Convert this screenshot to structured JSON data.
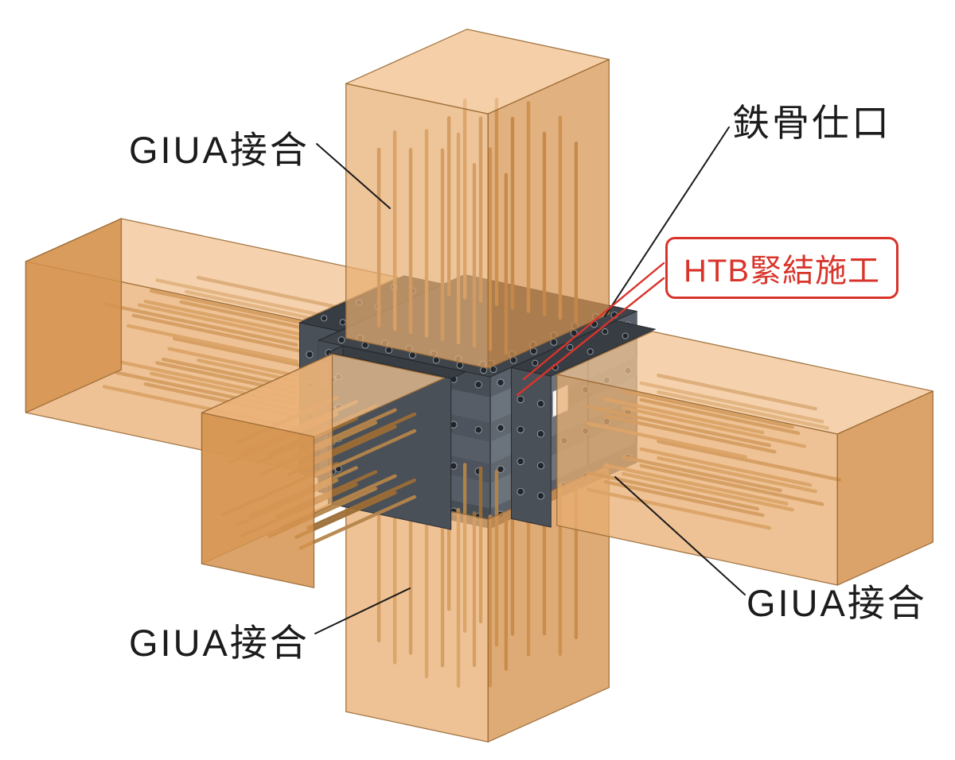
{
  "diagram": {
    "labels": {
      "giua_top_left": "GIUA接合",
      "steel_joint": "鉄骨仕口",
      "htb": "HTB緊結施工",
      "giua_bottom_right": "GIUA接合",
      "giua_bottom_left": "GIUA接合"
    },
    "colors": {
      "wood": "#e8ad72",
      "wood_top": "#f2c392",
      "wood_end": "#d5934f",
      "wood_edge": "#9a6a35",
      "rod": "#b5854a",
      "rod_dark": "#9c6d35",
      "steel": "#565d66",
      "steel_dark": "#3f444b",
      "steel_light": "#6b737d",
      "accent_red": "#d9342b",
      "line": "#1a1a1a"
    }
  }
}
